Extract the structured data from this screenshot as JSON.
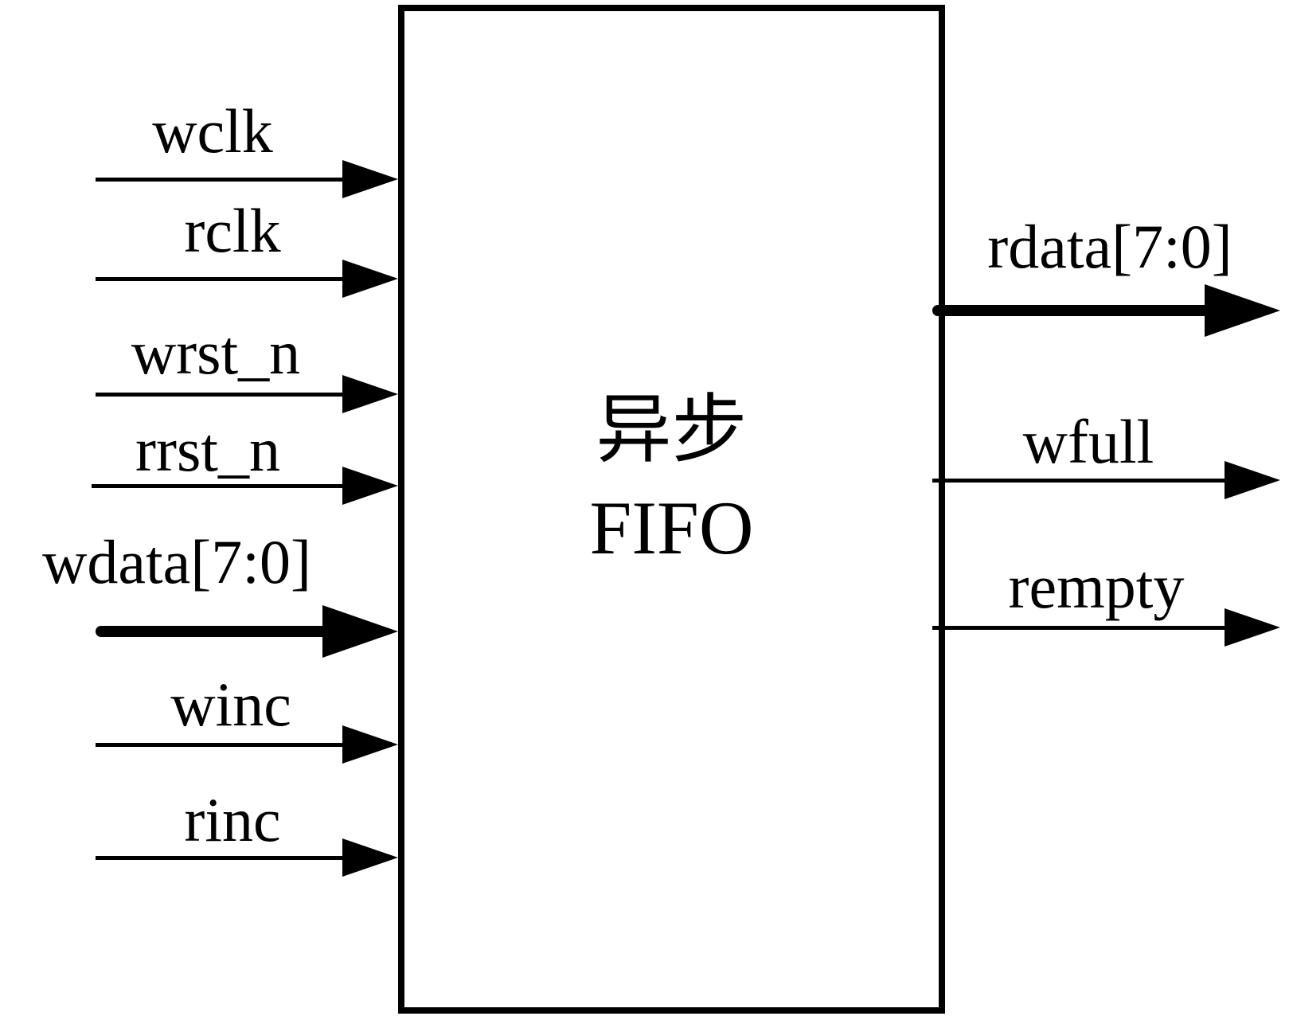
{
  "diagram": {
    "title_block": {
      "label_cn": "异步",
      "label_en": "FIFO",
      "meaning": "asynchronous FIFO block"
    },
    "inputs": [
      {
        "name": "wclk",
        "bus": false,
        "direction": "in"
      },
      {
        "name": "rclk",
        "bus": false,
        "direction": "in"
      },
      {
        "name": "wrst_n",
        "bus": false,
        "direction": "in"
      },
      {
        "name": "rrst_n",
        "bus": false,
        "direction": "in"
      },
      {
        "name": "wdata[7:0]",
        "bus": true,
        "direction": "in"
      },
      {
        "name": "winc",
        "bus": false,
        "direction": "in"
      },
      {
        "name": "rinc",
        "bus": false,
        "direction": "in"
      }
    ],
    "outputs": [
      {
        "name": "rdata[7:0]",
        "bus": true,
        "direction": "out"
      },
      {
        "name": "wfull",
        "bus": false,
        "direction": "out"
      },
      {
        "name": "rempty",
        "bus": false,
        "direction": "out"
      }
    ],
    "colors": {
      "ink": "#000000",
      "background": "#ffffff"
    }
  }
}
